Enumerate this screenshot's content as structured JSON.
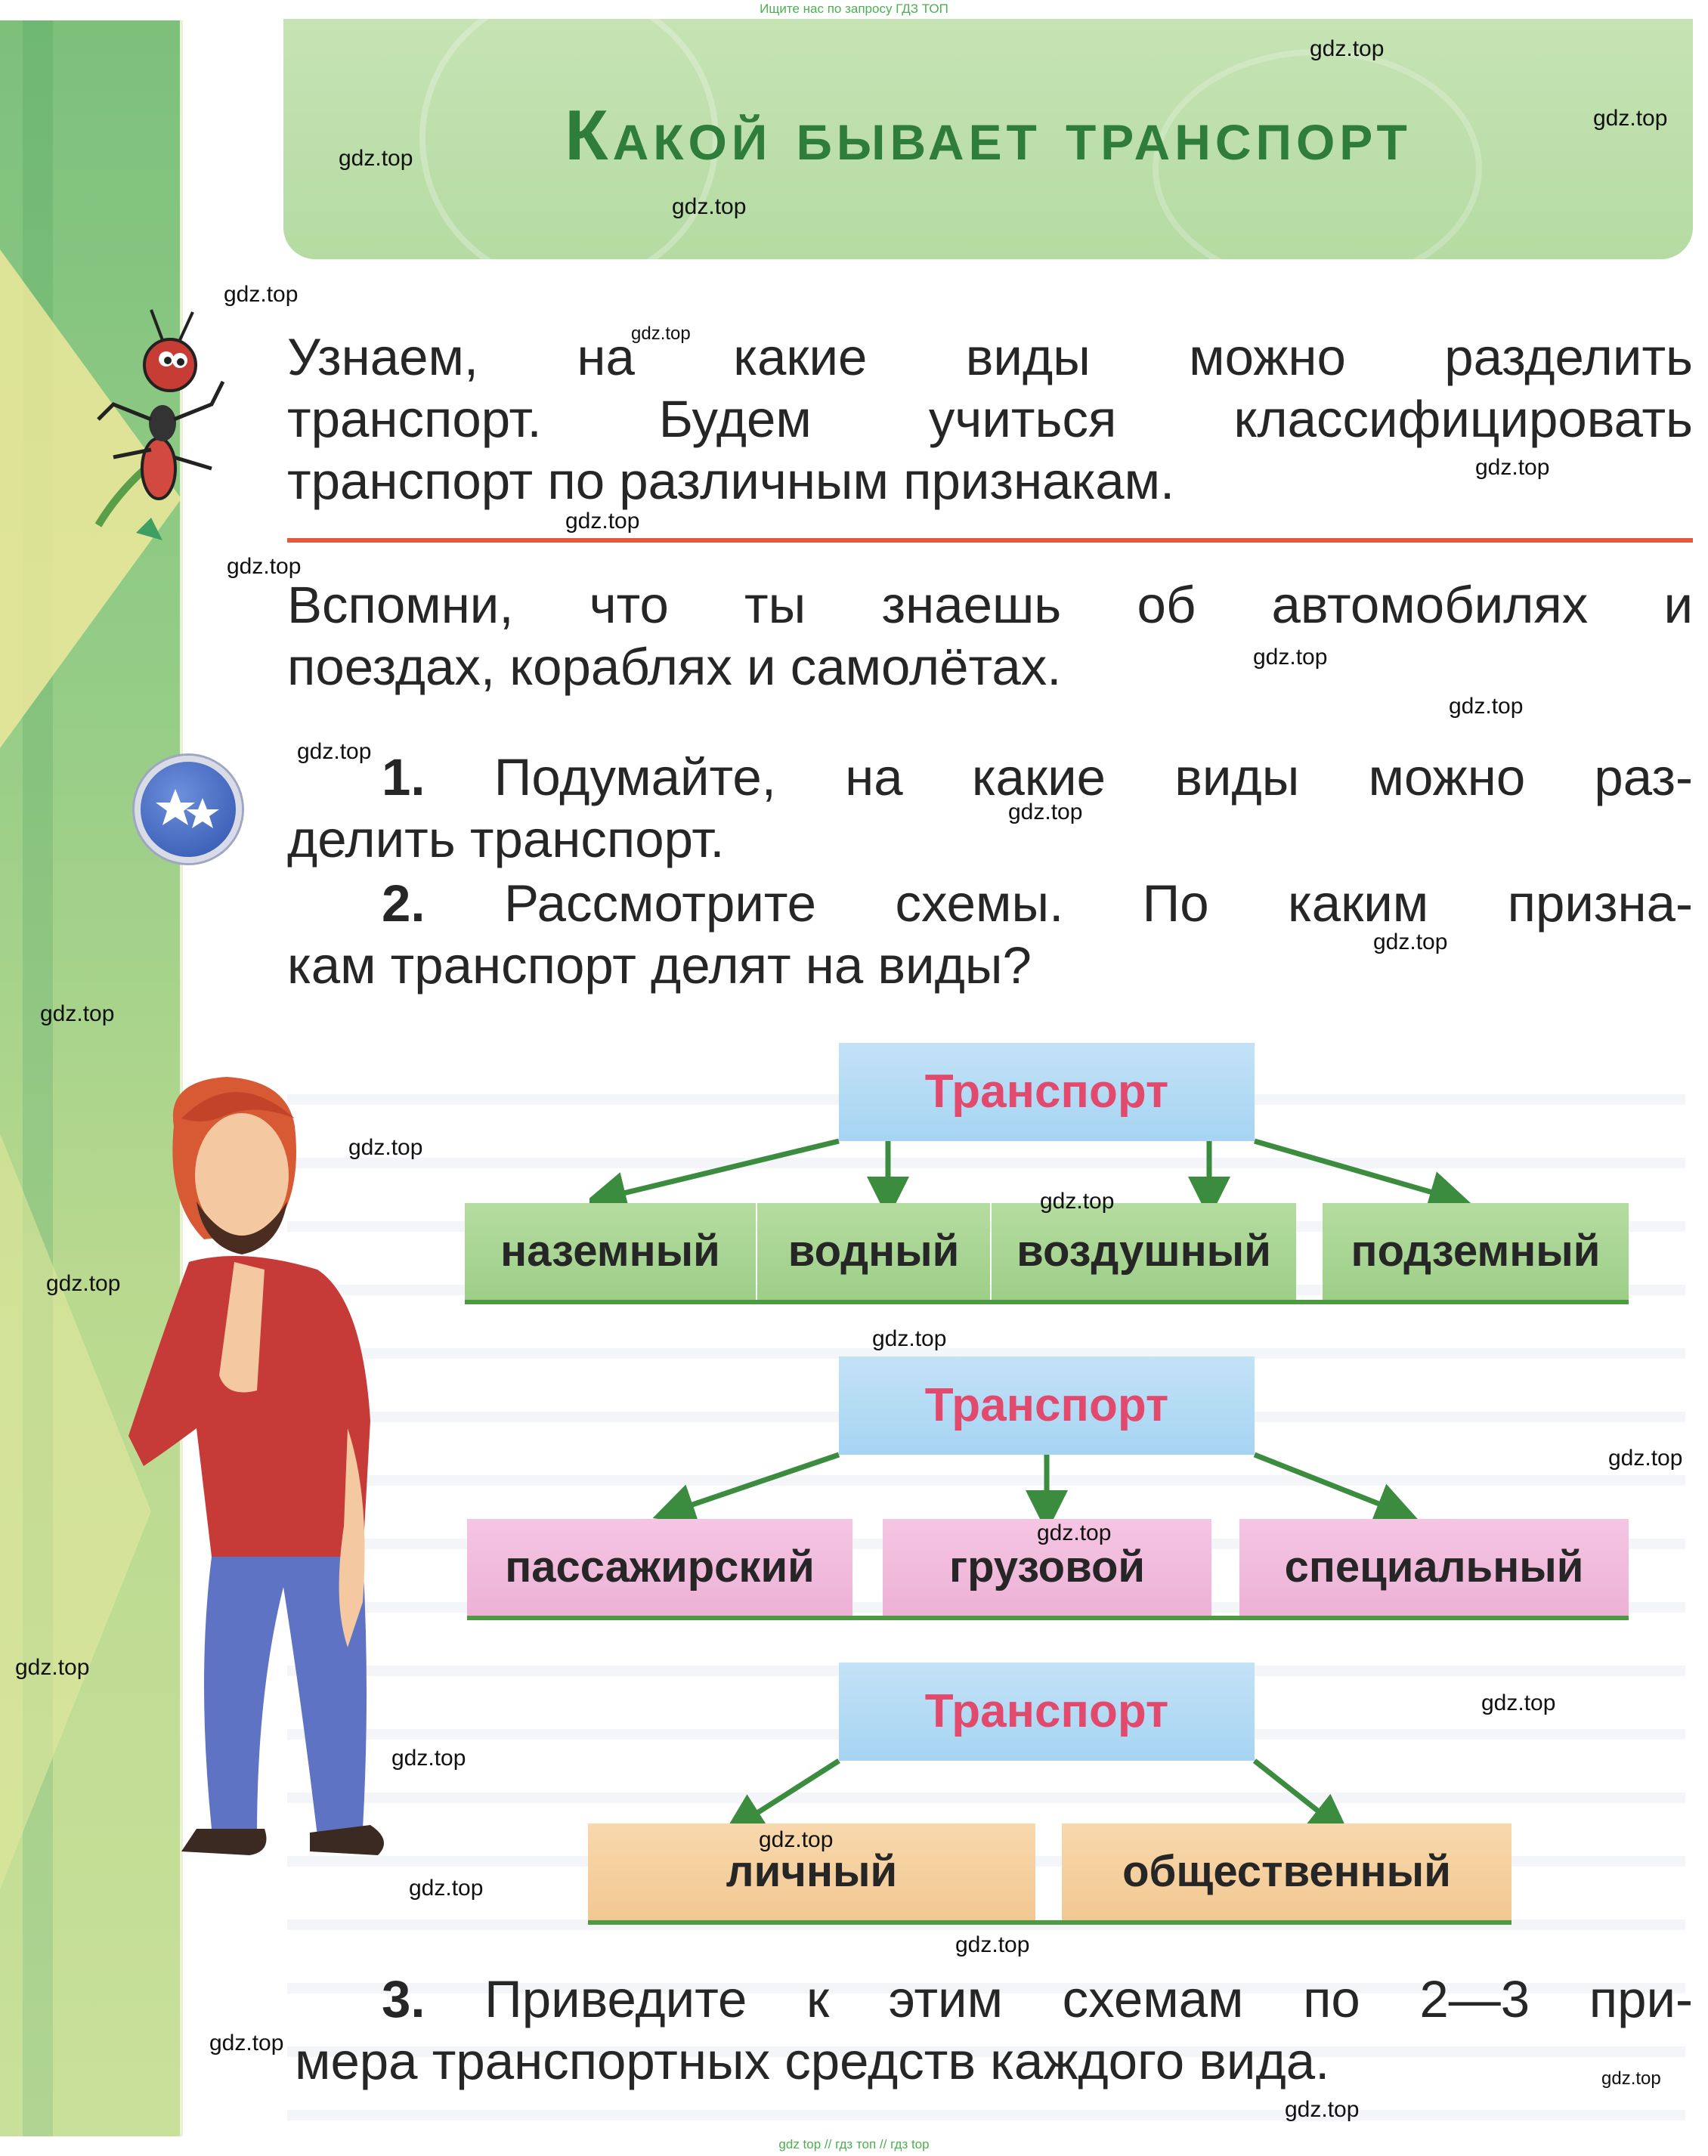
{
  "watermarks": {
    "top_note": "Ищите нас по запросу ГДЗ ТОП",
    "bottom_note": "gdz top // гдз топ // гдз top",
    "label": "gdz.top"
  },
  "title": "Какой бывает транспорт",
  "intro": {
    "lines": [
      "Узнаем, на какие виды можно разделить",
      "транспорт. Будем учиться классифицировать",
      "транспорт по различным признакам."
    ]
  },
  "remember": {
    "lines": [
      "Вспомни, что ты знаешь об автомобилях и",
      "поездах, кораблях и самолётах."
    ]
  },
  "tasks": {
    "t1": {
      "number": "1.",
      "line1": "Подумайте, на какие виды можно раз-",
      "line2": "делить транспорт."
    },
    "t2": {
      "number": "2.",
      "line1": "Рассмотрите схемы. По каким призна-",
      "line2": "кам транспорт делят на виды?"
    },
    "t3": {
      "number": "3.",
      "line1": "Приведите к этим схемам по 2—3 при-",
      "line2": "мера транспортных средств каждого вида."
    }
  },
  "scheme1": {
    "root": "Транспорт",
    "items": [
      "наземный",
      "водный",
      "воздушный",
      "подземный"
    ],
    "color": "#9dcf88"
  },
  "scheme2": {
    "root": "Транспорт",
    "items": [
      "пассажирский",
      "грузовой",
      "специальный"
    ],
    "color": "#edb1d5"
  },
  "scheme3": {
    "root": "Транспорт",
    "items": [
      "личный",
      "общественный"
    ],
    "color": "#f2c892"
  },
  "colors": {
    "title": "#2e7d3a",
    "root_text": "#e14a6d",
    "red_rule": "#e35b3f",
    "arrow": "#3c8c3f"
  },
  "icons": [
    "ant-icon",
    "stars-icon",
    "man-illustration"
  ]
}
